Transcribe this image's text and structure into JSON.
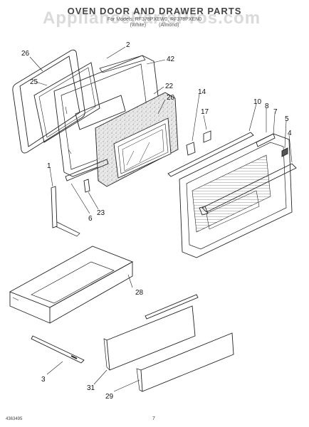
{
  "header": {
    "title": "OVEN DOOR AND DRAWER PARTS",
    "model_line": "For Models: RF378PXEW0, RF378PXEN0",
    "color_white": "(White)",
    "color_almond": "(Almond)"
  },
  "watermark": "AppliancePartsPros.com",
  "callouts": {
    "c26": "26",
    "c2": "2",
    "c42": "42",
    "c25": "25",
    "c22": "22",
    "c20": "20",
    "c14": "14",
    "c17": "17",
    "c10": "10",
    "c8": "8",
    "c7": "7",
    "c5": "5",
    "c4": "4",
    "c1": "1",
    "c6": "6",
    "c23": "23",
    "c28": "28",
    "c3": "3",
    "c31": "31",
    "c29": "29"
  },
  "footer": {
    "part_number": "4363495",
    "page_number": "7"
  }
}
